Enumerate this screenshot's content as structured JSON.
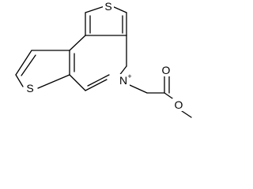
{
  "molecule": {
    "atoms": {
      "sulfur_top": "S",
      "sulfur_left": "S",
      "nitrogen": "N",
      "nitrogen_charge": "+",
      "carbonyl_oxygen": "O",
      "ester_oxygen": "O"
    },
    "colors": {
      "bond": "#000000",
      "background": "#ffffff"
    }
  }
}
